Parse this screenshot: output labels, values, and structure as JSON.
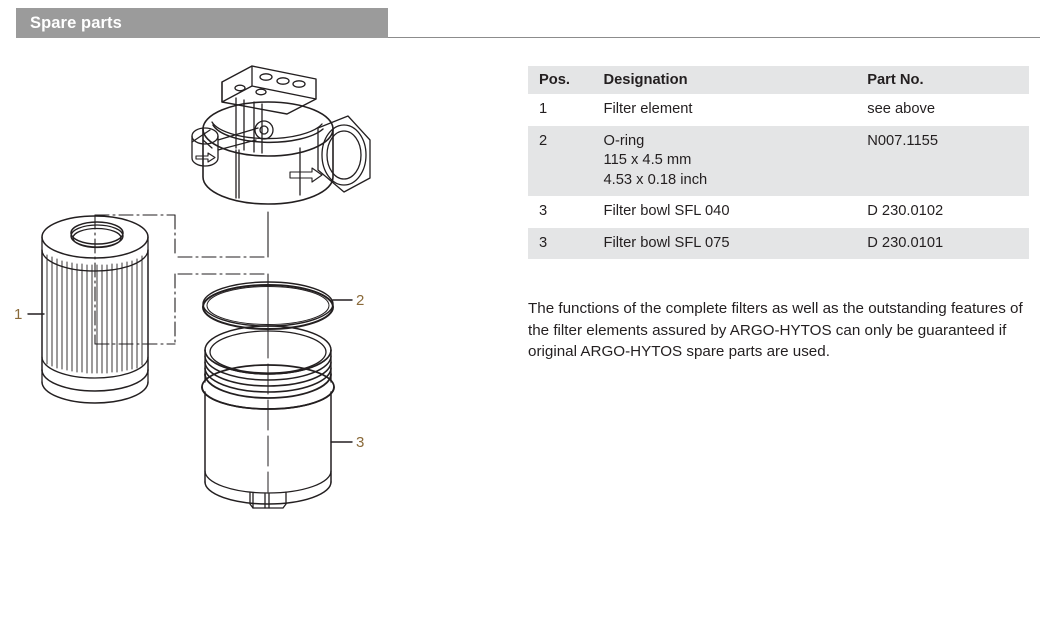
{
  "section": {
    "title": "Spare parts",
    "bar_color": "#9b9b9b",
    "title_color": "#ffffff"
  },
  "table": {
    "header_bg": "#e4e5e6",
    "columns": [
      "Pos.",
      "Designation",
      "Part No."
    ],
    "rows": [
      {
        "pos": "1",
        "designation": "Filter element",
        "designation_line2": "",
        "designation_line3": "",
        "part_no": "see above",
        "shaded": false
      },
      {
        "pos": "2",
        "designation": "O-ring",
        "designation_line2": "115 x 4.5 mm",
        "designation_line3": "4.53 x 0.18 inch",
        "part_no": "N007.1155",
        "shaded": true
      },
      {
        "pos": "3",
        "designation": "Filter bowl SFL 040",
        "designation_line2": "",
        "designation_line3": "",
        "part_no": "D 230.0102",
        "shaded": false
      },
      {
        "pos": "3",
        "designation": "Filter bowl SFL 075",
        "designation_line2": "",
        "designation_line3": "",
        "part_no": "D 230.0101",
        "shaded": true
      }
    ]
  },
  "note": {
    "text": "The functions of the complete filters as well as the outstanding features of the filter elements assured by ARGO-HYTOS can only be guaranteed if original ARGO-HYTOS spare parts are used."
  },
  "drawing": {
    "callouts": {
      "filter_element": "1",
      "o_ring": "2",
      "filter_bowl": "3"
    },
    "callout_color": "#8a6a3a",
    "line_color": "#231f20",
    "parts": [
      "filter-head-assembly",
      "filter-element",
      "o-ring",
      "filter-bowl"
    ]
  }
}
